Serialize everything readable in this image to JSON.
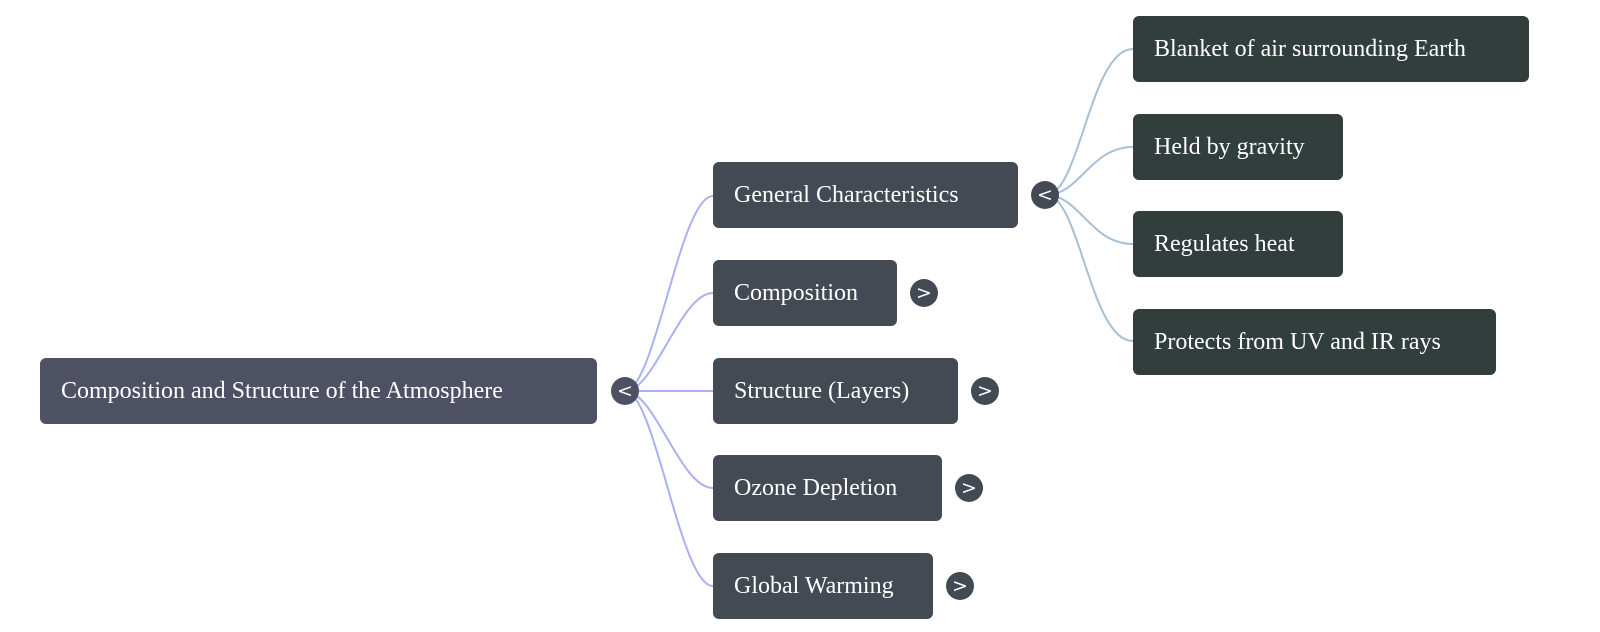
{
  "mindmap": {
    "root": {
      "label": "Composition and Structure of the Atmosphere",
      "toggle": "<"
    },
    "topics": [
      {
        "label": "General Characteristics",
        "toggle": "<",
        "children": [
          "Blanket of air surrounding Earth",
          "Held by gravity",
          "Regulates heat",
          "Protects from UV and IR rays"
        ]
      },
      {
        "label": "Composition",
        "toggle": ">"
      },
      {
        "label": "Structure (Layers)",
        "toggle": ">"
      },
      {
        "label": "Ozone Depletion",
        "toggle": ">"
      },
      {
        "label": "Global Warming",
        "toggle": ">"
      }
    ]
  },
  "colors": {
    "root_node": "#4e5064",
    "topic_node": "#434a53",
    "detail_node": "#313e3b",
    "root_links": "#a9b1f2",
    "detail_links": "#a9bfd6"
  }
}
